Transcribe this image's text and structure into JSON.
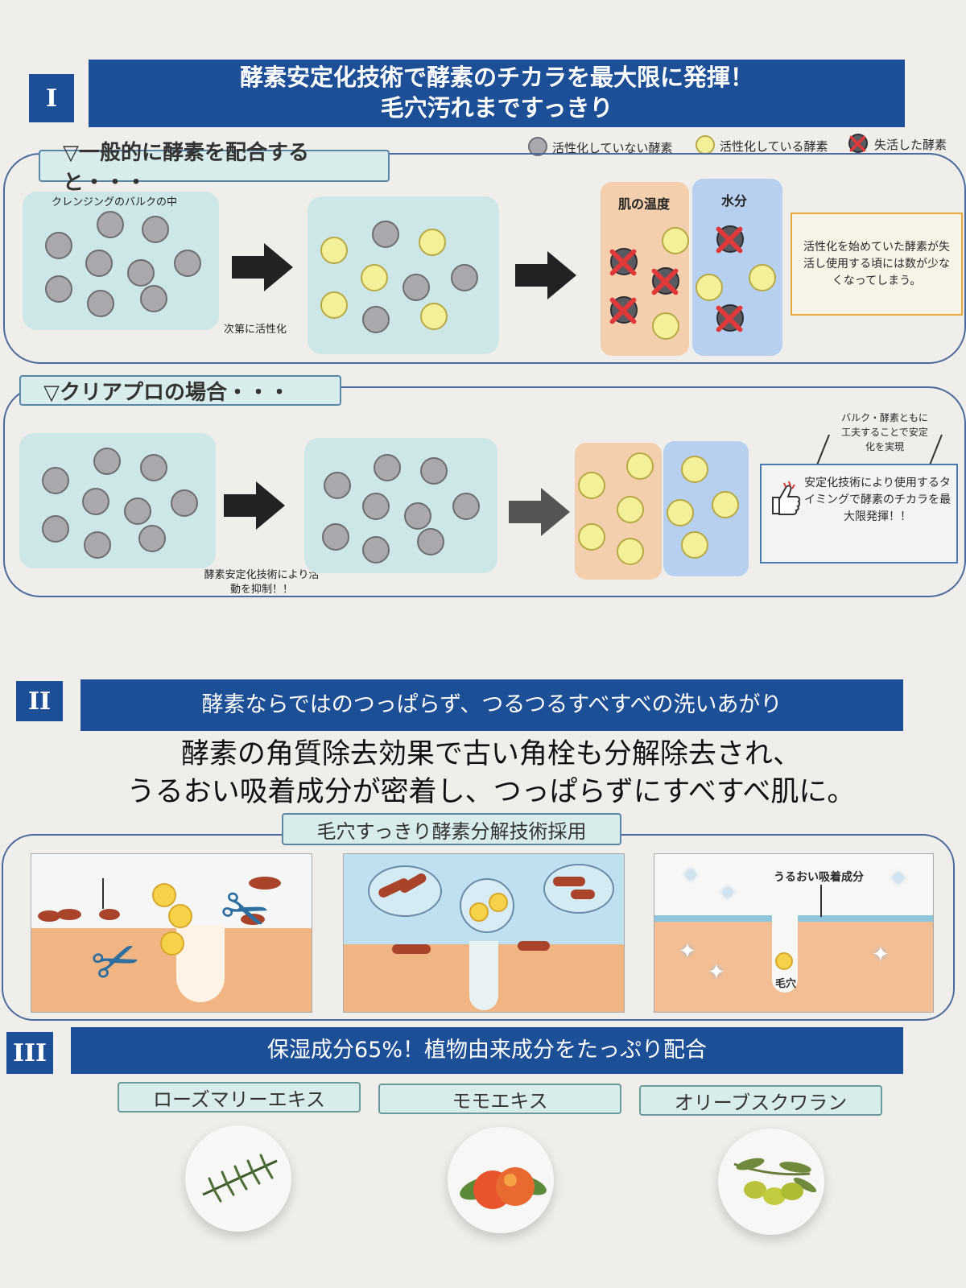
{
  "section1": {
    "numeral": "I",
    "title_line1": "酵素安定化技術で酵素のチカラを最大限に発揮！",
    "title_line2": "毛穴汚れまですっきり",
    "legend": {
      "inactive": "活性化していない酵素",
      "active": "活性化している酵素",
      "deactivated": "失活した酵素"
    },
    "general_tab": "▽一般的に酵素を配合すると・・・",
    "bulk_label": "クレンジングのバルクの中",
    "gradual_label": "次第に活性化",
    "skin_temp_label": "肌の温度",
    "water_label": "水分",
    "general_note": "活性化を始めていた酵素が失活し使用する頃には数が少なくなってしまう。",
    "clearpro_tab": "▽クリアプロの場合・・・",
    "suppress_label": "酵素安定化技術により活動を抑制！！",
    "bubble_text": "バルク・酵素ともに工夫することで安定化を実現",
    "clearpro_note": "安定化技術により使用するタイミングで酵素のチカラを最大限発揮！！"
  },
  "section2": {
    "numeral": "II",
    "title": "酵素ならではのつっぱらず、つるつるすべすべの洗いあがり",
    "body_line1": "酵素の角質除去効果で古い角栓も分解除去され、",
    "body_line2": "うるおい吸着成分が密着し、つっぱらずにすべすべ肌に。",
    "tech_tab": "毛穴すっきり酵素分解技術採用",
    "moist_label": "うるおい吸着成分",
    "pore_label": "毛穴"
  },
  "section3": {
    "numeral": "III",
    "title": "保湿成分65%！植物由来成分をたっぷり配合",
    "ingredients": [
      "ローズマリーエキス",
      "モモエキス",
      "オリーブスクワラン"
    ]
  },
  "colors": {
    "banner_blue": "#1d4f97",
    "panel_teal": "#cde6e8",
    "skin_orange": "#f3cfae",
    "water_blue": "#b7d0ef",
    "inactive_grey": "#a9a9ad",
    "active_yellow": "#f4f09a",
    "cross_red": "#e0393a"
  }
}
